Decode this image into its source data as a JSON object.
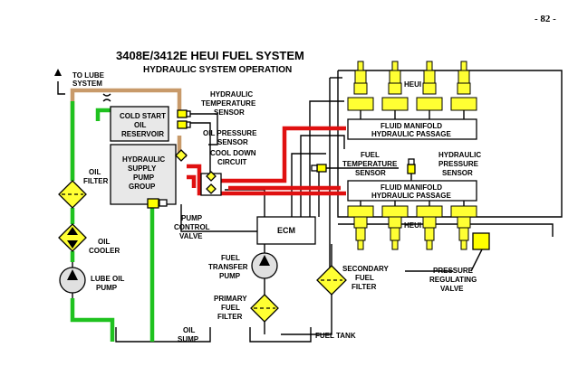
{
  "page_number": "- 82 -",
  "title": "3408E/3412E HEUI FUEL SYSTEM",
  "subtitle": "HYDRAULIC SYSTEM OPERATION",
  "labels": {
    "to_lube_1": "TO LUBE",
    "to_lube_2": "SYSTEM",
    "cold_start_1": "COLD START",
    "cold_start_2": "OIL",
    "cold_start_3": "RESERVOIR",
    "hyd_supply_1": "HYDRAULIC",
    "hyd_supply_2": "SUPPLY",
    "hyd_supply_3": "PUMP",
    "hyd_supply_4": "GROUP",
    "hyd_temp_1": "HYDRAULIC",
    "hyd_temp_2": "TEMPERATURE",
    "hyd_temp_3": "SENSOR",
    "oil_press_1": "OIL PRESSURE",
    "oil_press_2": "SENSOR",
    "cool_down_1": "COOL DOWN",
    "cool_down_2": "CIRCUIT",
    "oil_filter_1": "OIL",
    "oil_filter_2": "FILTER",
    "oil_cooler_1": "OIL",
    "oil_cooler_2": "COOLER",
    "lube_pump_1": "LUBE OIL",
    "lube_pump_2": "PUMP",
    "pump_ctrl_1": "PUMP",
    "pump_ctrl_2": "CONTROL",
    "pump_ctrl_3": "VALVE",
    "ecm": "ECM",
    "fuel_transfer_1": "FUEL",
    "fuel_transfer_2": "TRANSFER",
    "fuel_transfer_3": "PUMP",
    "primary_filter_1": "PRIMARY",
    "primary_filter_2": "FUEL",
    "primary_filter_3": "FILTER",
    "oil_sump_1": "OIL",
    "oil_sump_2": "SUMP",
    "fuel_tank": "FUEL TANK",
    "heui_top": "HEUI",
    "heui_bottom": "HEUI",
    "manifold_top_1": "FLUID MANIFOLD",
    "manifold_top_2": "HYDRAULIC PASSAGE",
    "manifold_bot_1": "FLUID MANIFOLD",
    "manifold_bot_2": "HYDRAULIC PASSAGE",
    "fuel_temp_1": "FUEL",
    "fuel_temp_2": "TEMPERATURE",
    "fuel_temp_3": "SENSOR",
    "hyd_press_1": "HYDRAULIC",
    "hyd_press_2": "PRESSURE",
    "hyd_press_3": "SENSOR",
    "secondary_1": "SECONDARY",
    "secondary_2": "FUEL",
    "secondary_3": "FILTER",
    "regulating_1": "PRESSURE",
    "regulating_2": "REGULATING",
    "regulating_3": "VALVE"
  },
  "colors": {
    "high_pressure_oil": "#e01010",
    "supply_oil": "#1fc21f",
    "return_oil": "#c89a6a",
    "component_yellow": "#ffff33"
  }
}
